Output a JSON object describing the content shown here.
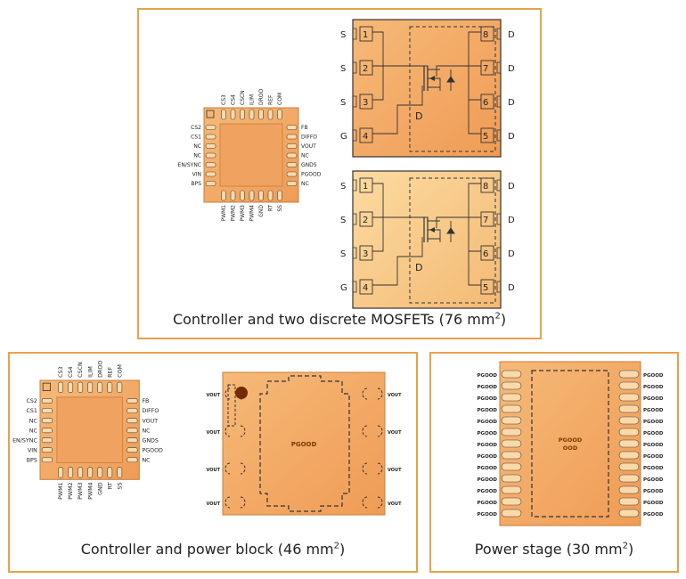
{
  "panels": {
    "top": {
      "caption": "Controller and two discrete MOSFETs (76 mm",
      "sup": "2",
      "close": ")"
    },
    "bottom_left": {
      "caption": "Controller and power block (46 mm",
      "sup": "2",
      "close": ")"
    },
    "bottom_right": {
      "caption": "Power stage (30 mm",
      "sup": "2",
      "close": ")"
    }
  },
  "controller": {
    "top_pins": [
      "CS3",
      "CS4",
      "CSCN",
      "ILIM",
      "DROO",
      "REF",
      "COM"
    ],
    "left_pins": [
      "CS2",
      "CS1",
      "NC",
      "NC",
      "EN/SYNC",
      "VIN",
      "BPS"
    ],
    "right_pins": [
      "FB",
      "DIFFO",
      "VOUT",
      "NC",
      "GNDS",
      "PGOOD",
      "NC"
    ],
    "bottom_pins": [
      "PWM1",
      "PWM2",
      "PWM3",
      "PWM4",
      "GND",
      "RT",
      "SS"
    ]
  },
  "mosfet": {
    "left_labels": [
      "S",
      "S",
      "S",
      "G"
    ],
    "pin_numbers_left": [
      "1",
      "2",
      "3",
      "4"
    ],
    "pin_numbers_right": [
      "8",
      "7",
      "6",
      "5"
    ],
    "right_labels": [
      "D",
      "D",
      "D",
      "D"
    ],
    "drain_label": "D"
  },
  "power_block": {
    "left_labels": [
      "VOUT",
      "VOUT",
      "VOUT",
      "VOUT"
    ],
    "right_labels": [
      "VOUT",
      "VOUT",
      "VOUT",
      "VOUT"
    ],
    "center_label": "PGOOD"
  },
  "power_stage": {
    "center_line1": "PGOOD",
    "center_line2": "OOD",
    "pin_label": "PGOOD"
  },
  "colors": {
    "border": "#e8a24a",
    "package": "#f2a765",
    "package_light": "#f7c88a",
    "pin": "#fbd9a8"
  }
}
